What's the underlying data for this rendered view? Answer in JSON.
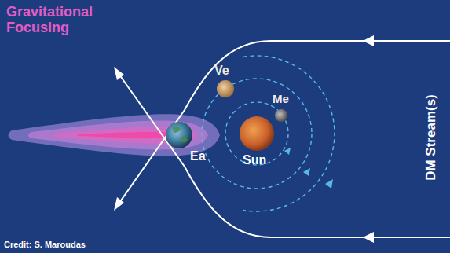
{
  "diagram": {
    "labels": [
      "Gravitational Focusing",
      "Ve",
      "Me",
      "Sun",
      "Ea",
      "DM Stream(s)",
      "Credit: S. Maroudas"
    ]
  }
}
